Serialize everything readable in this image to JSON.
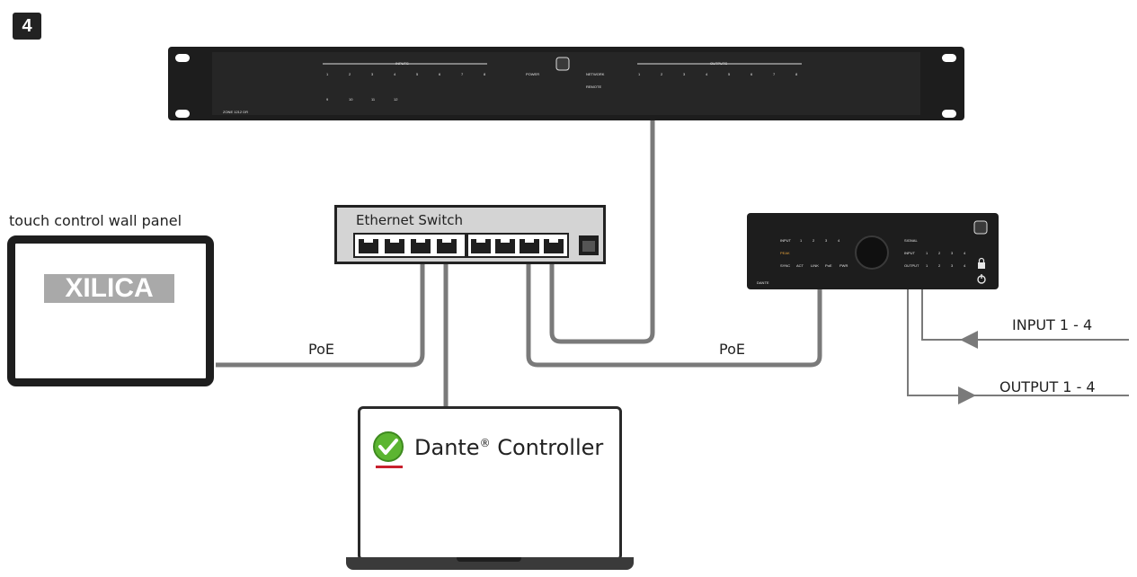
{
  "step": {
    "number": "4"
  },
  "rack_unit": {
    "inputs_label": "INPUTS",
    "outputs_label": "OUTPUTS",
    "input_numbers_row1": [
      "1",
      "2",
      "3",
      "4",
      "5",
      "6",
      "7",
      "8"
    ],
    "input_numbers_row2": [
      "9",
      "10",
      "11",
      "12"
    ],
    "output_numbers": [
      "1",
      "2",
      "3",
      "4",
      "5",
      "6",
      "7",
      "8"
    ],
    "power_label": "POWER",
    "network_label": "NETWORK",
    "remote_label": "REMOTE",
    "model_label": "ZONE 1212 DR"
  },
  "wall_panel": {
    "label": "touch control wall panel",
    "logo_text": "XILICA"
  },
  "ethernet_switch": {
    "label": "Ethernet Switch"
  },
  "laptop": {
    "app_name": "Dante",
    "reg_mark": "®",
    "app_suffix": " Controller"
  },
  "io_device": {
    "left_row1": [
      "INPUT",
      "1",
      "2",
      "3",
      "4"
    ],
    "left_row2": [
      "PEAK"
    ],
    "left_row3": [
      "SYNC",
      "ACT",
      "LINK",
      "PoE",
      "PWR"
    ],
    "right_row1": [
      "SIGNAL"
    ],
    "right_row2": [
      "INPUT",
      "1",
      "2",
      "3",
      "4"
    ],
    "right_row3": [
      "OUTPUT",
      "1",
      "2",
      "3",
      "4"
    ],
    "model_label": "DANTE"
  },
  "links": {
    "poe_left": "PoE",
    "poe_right": "PoE"
  },
  "signals": {
    "input": "INPUT 1 - 4",
    "output": "OUTPUT 1 - 4"
  },
  "colors": {
    "line": "#7a7a7a",
    "device_body": "#1d1d1d",
    "check_green": "#5cb531",
    "check_underline": "#c8202d"
  }
}
